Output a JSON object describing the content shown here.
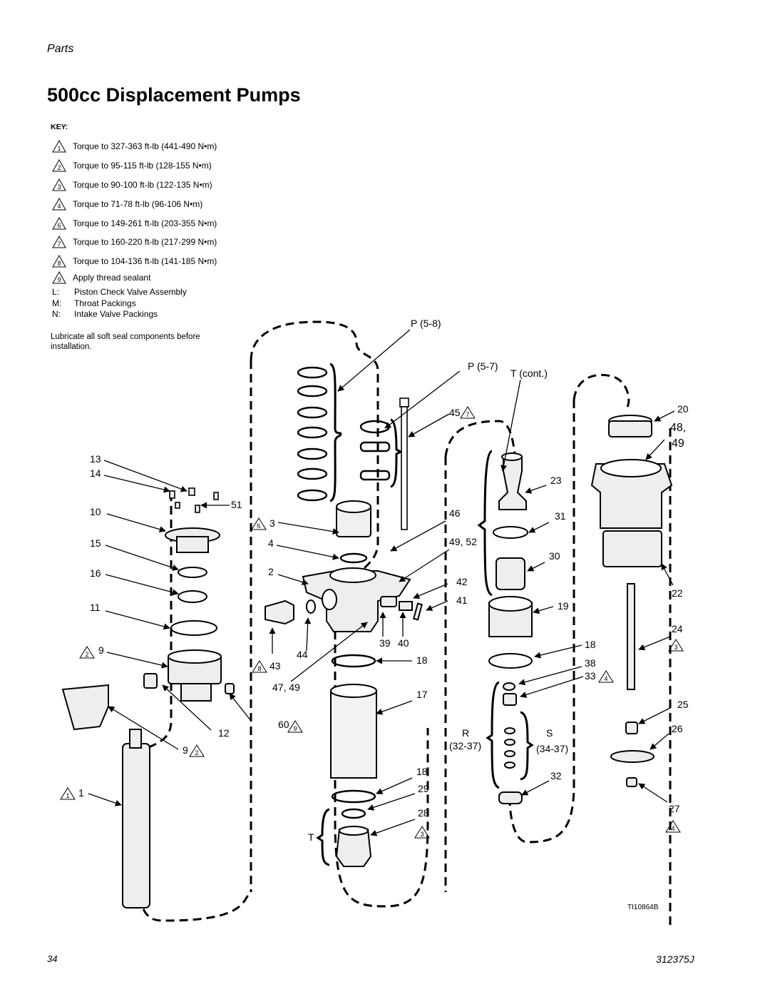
{
  "header": {
    "section": "Parts",
    "title": "500cc Displacement Pumps"
  },
  "key": {
    "heading": "KEY:",
    "torques": [
      {
        "mark": "1",
        "text": "Torque to 327-363 ft-lb (441-490 N•m)"
      },
      {
        "mark": "2",
        "text": "Torque to 95-115 ft-lb (128-155 N•m)"
      },
      {
        "mark": "3",
        "text": "Torque to 90-100 ft-lb (122-135 N•m)"
      },
      {
        "mark": "4",
        "text": "Torque to 71-78 ft-lb (96-106 N•m)"
      },
      {
        "mark": "6",
        "text": "Torque to 149-261 ft-lb (203-355 N•m)"
      },
      {
        "mark": "7",
        "text": "Torque to 160-220 ft-lb (217-299 N•m)"
      },
      {
        "mark": "8",
        "text": "Torque to 104-136 ft-lb (141-185 N•m)"
      }
    ],
    "sealant": {
      "mark": "9",
      "text": "Apply thread sealant"
    },
    "legend": [
      {
        "code": "L:",
        "text": "Piston Check Valve Assembly"
      },
      {
        "code": "M:",
        "text": "Throat Packings"
      },
      {
        "code": "N:",
        "text": "Intake Valve Packings"
      }
    ],
    "note": "Lubricate all soft seal components before installation."
  },
  "callouts": {
    "c13": "13",
    "c14": "14",
    "c10": "10",
    "c15": "15",
    "c16": "16",
    "c11": "11",
    "c9": "9",
    "c51": "51",
    "c12": "12",
    "c9b": "9",
    "c1": "1",
    "c3": "3",
    "c4": "4",
    "c2": "2",
    "c44": "44",
    "c43": "43",
    "c4749": "47, 49",
    "c60": "60",
    "p58": "P (5-8)",
    "p57": "P (5-7)",
    "c45": "45",
    "c46": "46",
    "c4952": "49, 52",
    "c42": "42",
    "c41": "41",
    "c39": "39",
    "c40": "40",
    "c18a": "18",
    "c17": "17",
    "c18b": "18",
    "c29": "29",
    "c28": "28",
    "t": "T",
    "tcont": "T (cont.)",
    "c23": "23",
    "c31": "31",
    "c30": "30",
    "c19": "19",
    "c18c": "18",
    "c38": "38",
    "c33": "33",
    "r": "R",
    "r3237": "(32-37)",
    "s": "S",
    "s3437": "(34-37)",
    "c32": "32",
    "c20": "20",
    "c4849a": "48,",
    "c4849b": "49",
    "c22": "22",
    "c24": "24",
    "c25": "25",
    "c26": "26",
    "c27": "27",
    "ti": "TI10864B"
  },
  "marks": {
    "m6": "6",
    "m8": "8",
    "m2a": "2",
    "m2b": "2",
    "m1": "1",
    "m9": "9",
    "m7": "7",
    "m3a": "3",
    "m4a": "4",
    "m3b": "3",
    "m4b": "4"
  },
  "footer": {
    "page_number": "34",
    "doc_number": "312375J"
  }
}
